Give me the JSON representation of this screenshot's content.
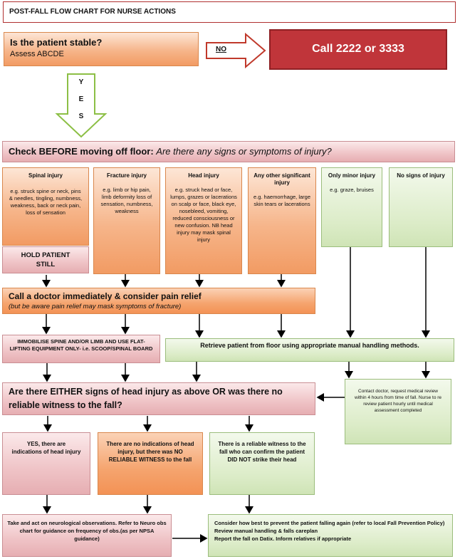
{
  "title": "POST-FALL FLOW CHART FOR NURSE ACTIONS",
  "stable": {
    "question": "Is the patient stable?",
    "sub": "Assess ABCDE"
  },
  "no_label": "NO",
  "call": "Call 2222 or 3333",
  "yes_letters": [
    "Y",
    "E",
    "S"
  ],
  "check": {
    "bold": "Check BEFORE moving off floor:",
    "italic": "Are there any signs or symptoms of injury?"
  },
  "injuries": [
    {
      "title": "Spinal injury",
      "body": "e.g. struck spine or neck, pins & needles, tingling, numbness, weakness, back or neck pain, loss of sensation"
    },
    {
      "title": "Fracture injury",
      "body": "e.g. limb or hip pain, limb deformity loss of sensation, numbness, weakness"
    },
    {
      "title": "Head injury",
      "body": "e.g. struck head or face, lumps, grazes or lacerations on scalp or face, black eye, nosebleed, vomiting, reduced consciousness or new confusion. NB head injury may mask spinal injury"
    },
    {
      "title": "Any other significant injury",
      "body": "e.g. haemorrhage, large skin tears or lacerations"
    },
    {
      "title": "Only minor injury",
      "body": "e.g. graze, bruises"
    },
    {
      "title": "No signs of injury",
      "body": ""
    }
  ],
  "hold": "HOLD PATIENT STILL",
  "doctor": {
    "bold": "Call a doctor immediately & consider pain relief",
    "italic": "(but be aware pain relief may mask symptoms of fracture)"
  },
  "immobilise": "IMMOBILISE SPINE AND/OR LIMB AND USE FLAT-LIFTING EQUIPMENT ONLY- i.e. SCOOP/SPINAL BOARD",
  "retrieve": "Retrieve patient from floor using appropriate manual handling methods.",
  "contact": "Contact doctor, request medical review within 4 hours from time of fall. Nurse to re review patient hourly until medical assessment completed",
  "question": "Are there EITHER signs of head injury as above OR was there no reliable witness to the fall?",
  "outcomes": [
    "YES, there are indications of head injury",
    "There are no indications of head injury, but there was NO RELIABLE WITNESS to the fall",
    "There is a reliable witness to the fall who can confirm the patient DID NOT strike their head"
  ],
  "neuro": "Take and act on neurological observations. Refer to Neuro obs chart for guidance on frequency of obs.(as per NPSA guidance)",
  "prevent": [
    "Consider how best to prevent the patient falling again (refer to local Fall Prevention Policy)",
    "Review manual handling & falls careplan",
    "Report the fall on Datix. Inform relatives if appropriate"
  ]
}
